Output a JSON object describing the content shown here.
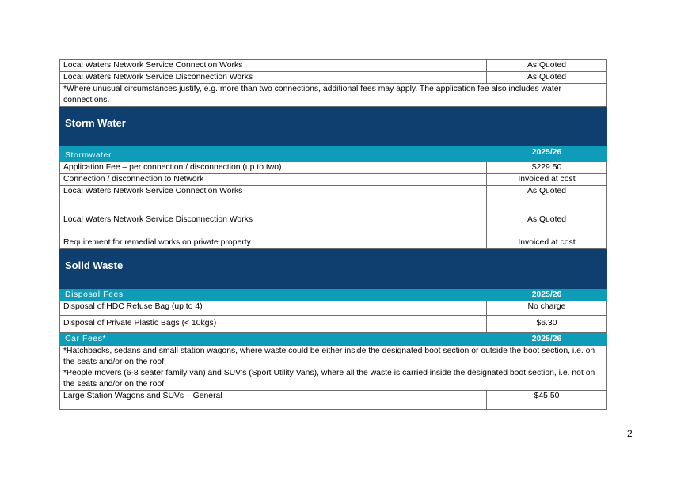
{
  "rows_top": [
    {
      "label": "Local Waters Network Service Connection Works",
      "value": "As Quoted"
    },
    {
      "label": "Local Waters Network Service Disconnection Works",
      "value": "As Quoted"
    }
  ],
  "wastewater_note": "*Where unusual circumstances justify, e.g. more than two connections, additional fees may apply. The application fee also includes water connections.",
  "storm_water": {
    "section_title": "Storm Water",
    "sub_label": "Stormwater",
    "year": "2025/26",
    "rows": [
      {
        "label": "Application Fee – per connection / disconnection (up to two)",
        "value": "$229.50"
      },
      {
        "label": "Connection / disconnection to Network",
        "value": "Invoiced at cost"
      },
      {
        "label": "Local Waters Network Service Connection Works",
        "value": "As Quoted"
      },
      {
        "label": "Local Waters Network Service Disconnection Works",
        "value": "As Quoted"
      },
      {
        "label": "Requirement for remedial works on private property",
        "value": "Invoiced at cost"
      }
    ]
  },
  "solid_waste": {
    "section_title": "Solid Waste",
    "disposal_label": "Disposal Fees",
    "year": "2025/26",
    "rows": [
      {
        "label": "Disposal of HDC Refuse Bag (up to 4)",
        "value": "No charge"
      },
      {
        "label": "Disposal of Private Plastic Bags (< 10kgs)",
        "value": "$6.30"
      }
    ],
    "car_label": "Car Fees*",
    "car_year": "2025/26",
    "car_notes": [
      "*Hatchbacks, sedans and small station wagons, where waste could be either inside the designated boot section or outside the boot section, i.e. on the seats and/or on the roof.",
      "*People movers (6-8 seater family van) and SUV’s (Sport Utility Vans), where all the waste is carried inside the designated boot section, i.e. not on the seats and/or on the roof."
    ],
    "car_rows": [
      {
        "label": "Large Station Wagons and SUVs – General",
        "value": "$45.50"
      }
    ]
  },
  "page_number": "2"
}
